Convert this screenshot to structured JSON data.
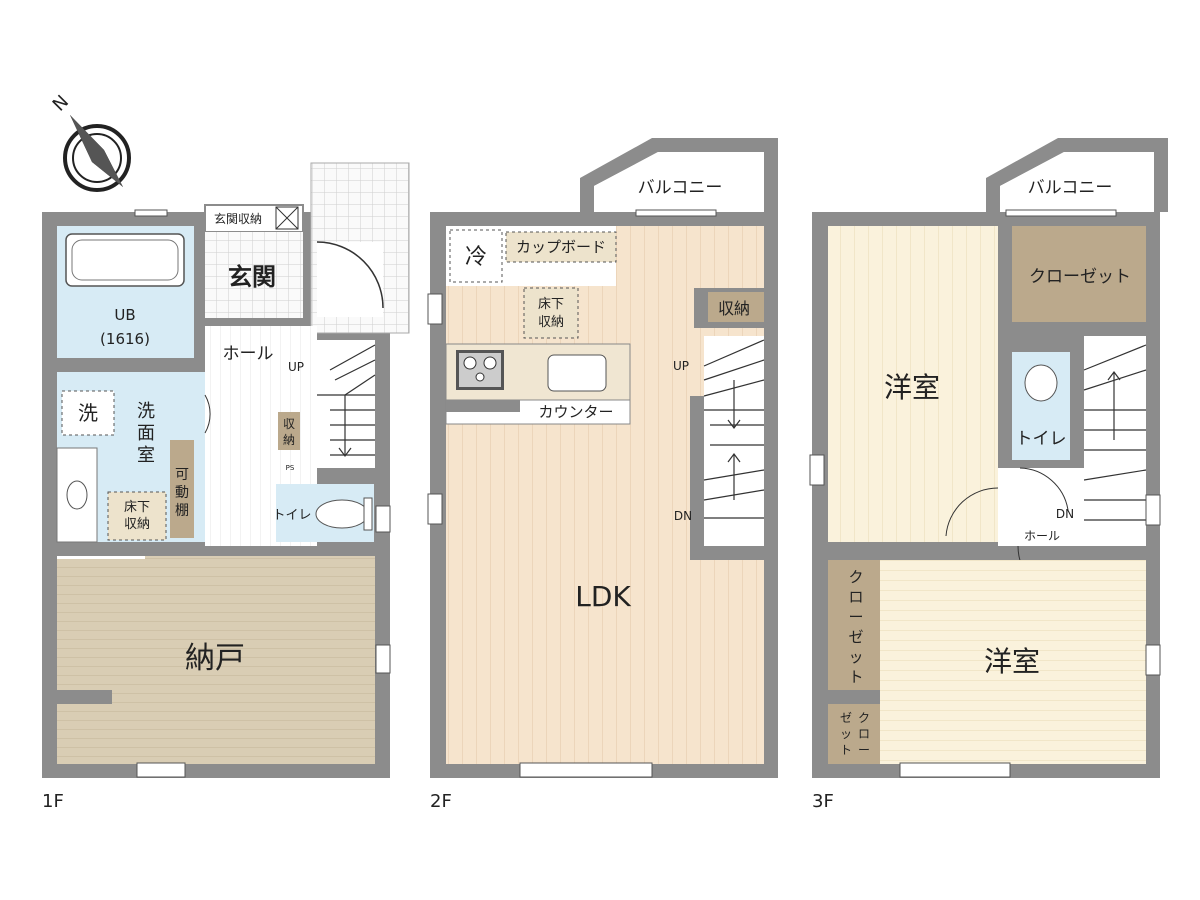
{
  "compass": {
    "north": "N"
  },
  "floor1": {
    "name": "1F",
    "rooms": {
      "genkan_storage": "玄関収納",
      "genkan": "玄関",
      "ub": "UB",
      "ub_size": "(1616)",
      "hall": "ホール",
      "up": "UP",
      "wash_mark": "洗",
      "washroom": [
        "洗",
        "面",
        "室"
      ],
      "underfloor": [
        "床下",
        "収納"
      ],
      "movable_shelf": [
        "可",
        "動",
        "棚"
      ],
      "storage": [
        "収",
        "納"
      ],
      "ps": "PS",
      "toilet": "トイレ",
      "nando": "納戸"
    }
  },
  "floor2": {
    "name": "2F",
    "rooms": {
      "balcony": "バルコニー",
      "fridge": "冷",
      "cupboard": "カップボード",
      "underfloor": [
        "床下",
        "収納"
      ],
      "storage": "収納",
      "counter": "カウンター",
      "up": "UP",
      "dn": "DN",
      "ldk": "LDK"
    }
  },
  "floor3": {
    "name": "3F",
    "rooms": {
      "balcony": "バルコニー",
      "closet": "クローゼット",
      "western1": "洋室",
      "toilet": "トイレ",
      "dn": "DN",
      "hall": "ホール",
      "closet_v": [
        "ク",
        "ロ",
        "ー",
        "ゼ",
        "ッ",
        "ト"
      ],
      "closet_small_a": [
        "ク",
        "ロ",
        "ー"
      ],
      "closet_small_b": [
        "ゼ",
        "ッ",
        "ト"
      ],
      "western2": "洋室"
    }
  },
  "colors": {
    "wall": "#8c8c8c",
    "floor_wood": "#f6e4cd",
    "floor_light": "#faf2dc",
    "storage_brown": "#bba98c",
    "bathroom_blue": "#d7ebf5",
    "nando": "#d9cdb4"
  }
}
